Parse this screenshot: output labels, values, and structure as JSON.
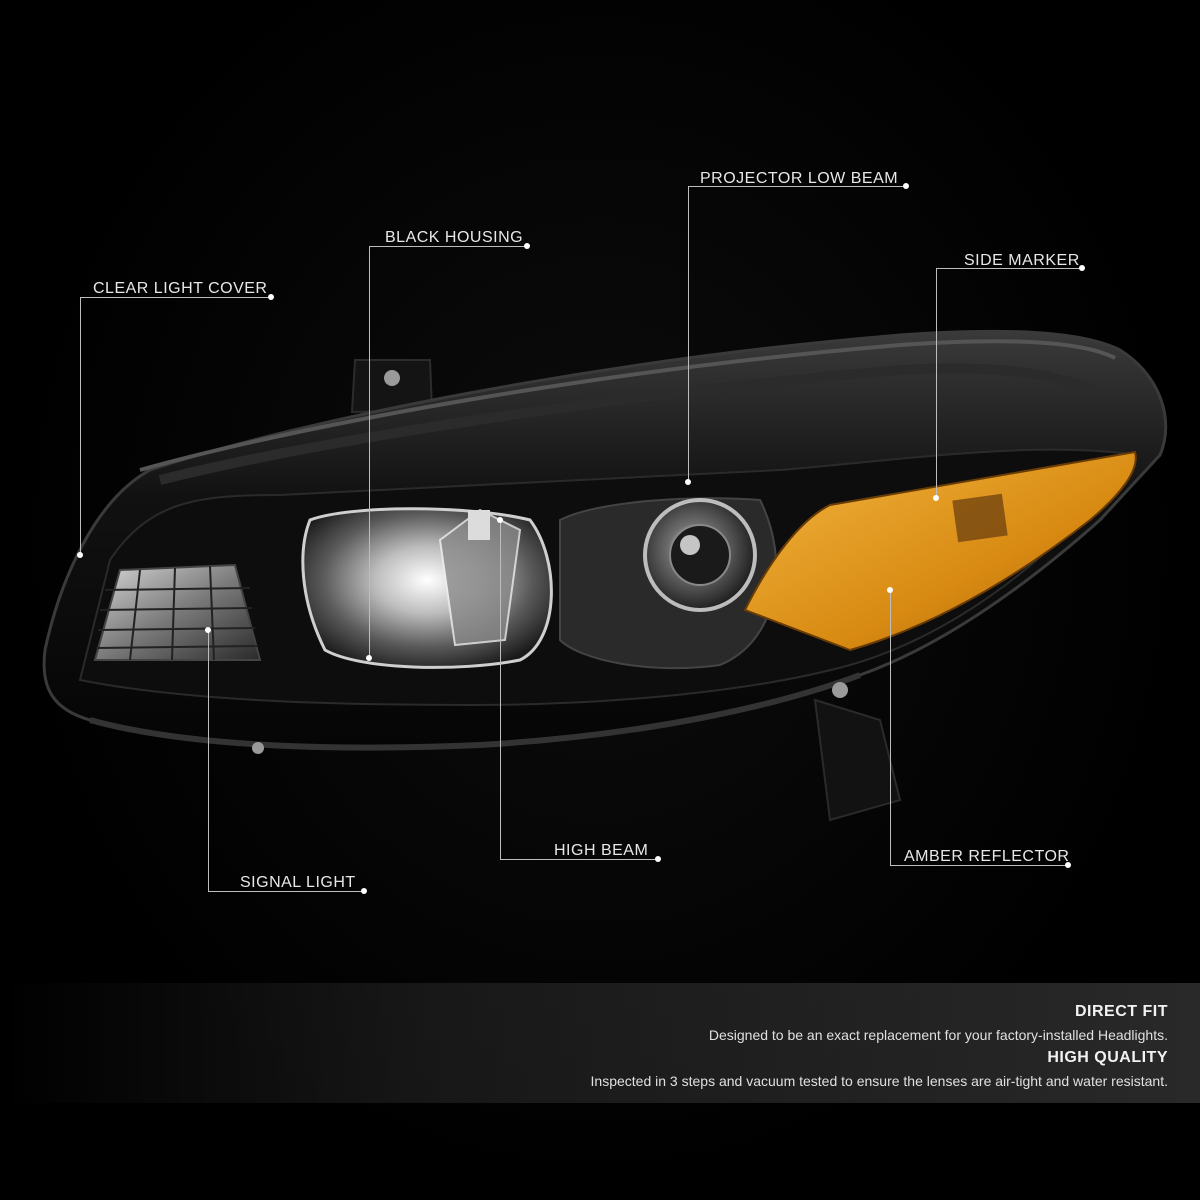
{
  "callouts": {
    "clear_light_cover": "CLEAR LIGHT COVER",
    "black_housing": "BLACK HOUSING",
    "projector_low_beam": "PROJECTOR LOW BEAM",
    "side_marker": "SIDE MARKER",
    "signal_light": "SIGNAL LIGHT",
    "high_beam": "HIGH BEAM",
    "amber_reflector": "AMBER REFLECTOR"
  },
  "features": [
    {
      "title": "DIRECT FIT",
      "description": "Designed to be an exact replacement for your factory-installed Headlights."
    },
    {
      "title": "HIGH QUALITY",
      "description": "Inspected in 3 steps and vacuum tested to ensure the lenses are air-tight and water resistant."
    }
  ],
  "colors": {
    "background": "#000000",
    "amber": "#e8a21a",
    "housing": "#151515",
    "chrome": "#c8c8c8"
  }
}
